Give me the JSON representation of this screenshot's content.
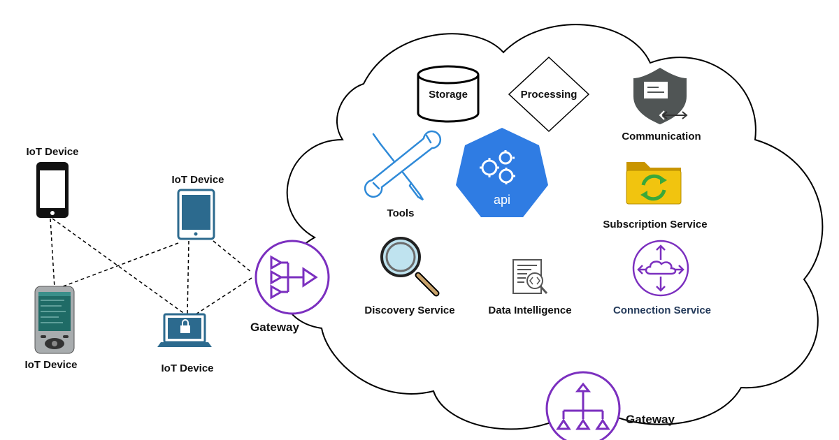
{
  "labels": {
    "device_phone": "IoT Device",
    "device_tablet": "IoT Device",
    "device_pda": "IoT Device",
    "device_laptop": "IoT Device",
    "gateway_left": "Gateway",
    "gateway_bottom": "Gateway",
    "storage": "Storage",
    "processing": "Processing",
    "communication": "Communication",
    "tools": "Tools",
    "api": "api",
    "subscription": "Subscription Service",
    "discovery": "Discovery Service",
    "intelligence": "Data Intelligence",
    "connection": "Connection Service"
  },
  "colors": {
    "gateway": "#7b2fbf",
    "api_heptagon": "#2f7ce3",
    "tools": "#2f8ad8",
    "connection_text": "#243a5a",
    "shield": "#505555",
    "folder": "#e8b800",
    "tablet_screen": "#2c6a8e",
    "pda_screen": "#1f6b66"
  },
  "icons": {
    "phone": "smartphone-icon",
    "tablet": "tablet-icon",
    "pda": "pda-icon",
    "laptop": "laptop-lock-icon",
    "gateway_left": "network-gateway-icon",
    "gateway_bottom": "hierarchy-gateway-icon",
    "storage": "database-cylinder-icon",
    "processing": "diamond-icon",
    "communication": "shield-mail-icon",
    "tools": "wrench-screwdriver-icon",
    "api": "kubernetes-api-icon",
    "subscription": "folder-sync-icon",
    "discovery": "magnifier-icon",
    "intelligence": "code-document-search-icon",
    "connection": "cloud-arrows-icon"
  }
}
